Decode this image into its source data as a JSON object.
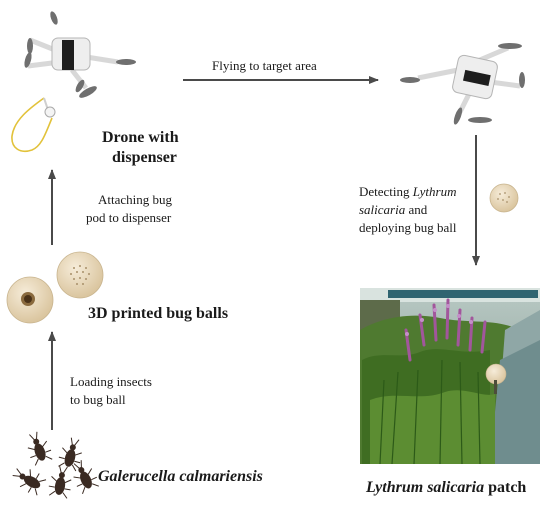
{
  "labels": {
    "drone_with_dispenser_1": "Drone with",
    "drone_with_dispenser_2": "dispenser",
    "flying": "Flying to target area",
    "attaching_1": "Attaching bug",
    "attaching_2": "pod to dispenser",
    "detecting_prefix": "Detecting ",
    "detecting_species": "Lythrum",
    "detecting_2_species": "salicaria",
    "detecting_2_suffix": " and",
    "detecting_3": "deploying bug ball",
    "bug_balls": "3D printed bug balls",
    "loading_1": "Loading insects",
    "loading_2": "to bug ball",
    "beetle_species": "Galerucella calmariensis",
    "patch_species": "Lythrum salicaria",
    "patch_suffix": " patch"
  },
  "colors": {
    "arrow": "#4a4a4a",
    "drone_body": "#eeeeee",
    "prop": "#7a7a7a",
    "ball": "#e7d9bf",
    "beetle": "#3a2a22",
    "string": "#e2c23a"
  }
}
